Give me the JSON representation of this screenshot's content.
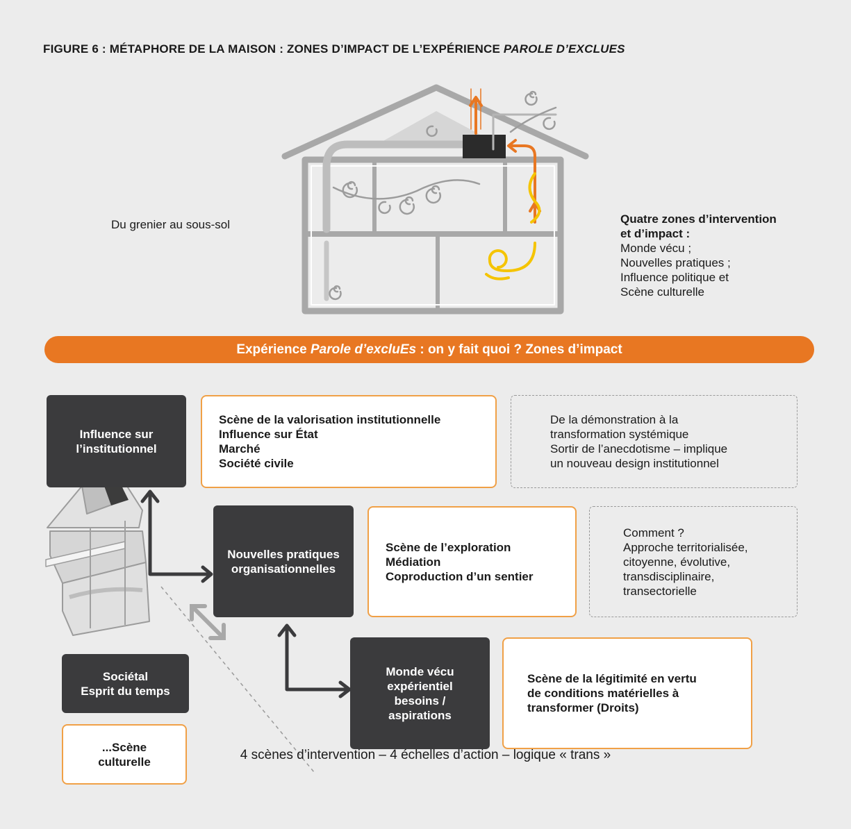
{
  "figure_title": {
    "prefix": "FIGURE 6 : MÉTAPHORE DE LA MAISON : ZONES D’IMPACT DE L’EXPÉRIENCE ",
    "emphasis": "PAROLE D’EXCLUES"
  },
  "house": {
    "caption": "Du grenier au sous-sol",
    "zones_heading_1": "Quatre zones d’intervention",
    "zones_heading_2": "et d’impact :",
    "zones_items": [
      "Monde vécu ;",
      "Nouvelles pratiques ;",
      "Influence politique et",
      "Scène culturelle"
    ]
  },
  "banner": {
    "prefix": "Expérience ",
    "emphasis": "Parole d’excluEs",
    "suffix": " : on y fait quoi ? Zones d’impact"
  },
  "levels": {
    "institutionnel": {
      "title_lines": [
        "Influence sur",
        "l’institutionnel"
      ],
      "scene_lines": [
        "Scène de la valorisation institutionnelle",
        "Influence sur État",
        "Marché",
        "Société civile"
      ],
      "note_lines": [
        "De la démonstration à la",
        "transformation systémique",
        "Sortir de l’anecdotisme – implique",
        "un nouveau design institutionnel"
      ]
    },
    "pratiques": {
      "title_lines": [
        "Nouvelles pratiques",
        "organisationnelles"
      ],
      "scene_lines": [
        "Scène de l’exploration",
        "Médiation",
        "Coproduction d’un sentier"
      ],
      "note_lines": [
        "Comment ?",
        "Approche territorialisée,",
        "citoyenne, évolutive,",
        "transdisciplinaire,",
        "transectorielle"
      ]
    },
    "monde_vecu": {
      "title_lines": [
        "Monde vécu",
        "expérientiel",
        "besoins /",
        "aspirations"
      ],
      "scene_lines": [
        "Scène de la légitimité en vertu",
        "de conditions matérielles à",
        "transformer (Droits)"
      ]
    },
    "societal": {
      "title_lines": [
        "Sociétal",
        "Esprit du temps"
      ],
      "scene_lines": [
        "...Scène",
        "culturelle"
      ]
    }
  },
  "footer": "4 scènes d’intervention – 4 échelles d’action – logique  « trans »",
  "colors": {
    "accent_orange": "#e87722",
    "box_border_orange": "#f0a046",
    "dark_box": "#3b3b3d",
    "background": "#ececec",
    "house_gray": "#a8a8a8",
    "yellow_path": "#f5c400"
  }
}
